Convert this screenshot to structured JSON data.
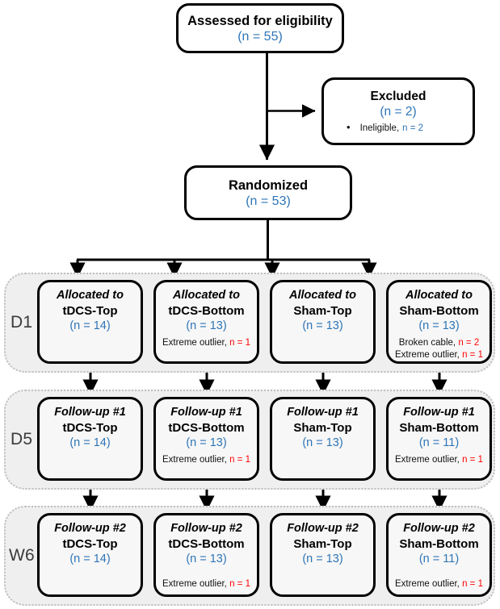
{
  "diagram": {
    "title_node": {
      "label": "Assessed for eligibility",
      "count": "(n = 55)"
    },
    "excluded_node": {
      "label": "Excluded",
      "count": "(n = 2)",
      "bullet": "•",
      "reason_text": "Ineligible,",
      "reason_n": "n = 2"
    },
    "randomized_node": {
      "label": "Randomized",
      "count": "(n = 53)"
    },
    "colors": {
      "count_blue": "#2E75B6",
      "loss_red": "#FF0000",
      "panel_fill": "#efefef",
      "panel_border": "#bfbfbf",
      "box_border": "#000000"
    },
    "stages": [
      {
        "stage_label": "D1",
        "nodes": [
          {
            "header": "Allocated to",
            "arm": "tDCS-Top",
            "count": "(n = 14)",
            "notes": []
          },
          {
            "header": "Allocated to",
            "arm": "tDCS-Bottom",
            "count": "(n = 13)",
            "notes": [
              {
                "text": "Extreme outlier,",
                "n": "n = 1"
              }
            ]
          },
          {
            "header": "Allocated to",
            "arm": "Sham-Top",
            "count": "(n = 13)",
            "notes": []
          },
          {
            "header": "Allocated to",
            "arm": "Sham-Bottom",
            "count": "(n = 13)",
            "notes": [
              {
                "text": "Broken cable,",
                "n": "n = 2"
              },
              {
                "text": "Extreme outlier,",
                "n": "n = 1"
              }
            ]
          }
        ]
      },
      {
        "stage_label": "D5",
        "nodes": [
          {
            "header": "Follow-up #1",
            "arm": "tDCS-Top",
            "count": "(n = 14)",
            "notes": []
          },
          {
            "header": "Follow-up #1",
            "arm": "tDCS-Bottom",
            "count": "(n = 13)",
            "notes": [
              {
                "text": "Extreme outlier,",
                "n": "n = 1"
              }
            ]
          },
          {
            "header": "Follow-up #1",
            "arm": "Sham-Top",
            "count": "(n = 13)",
            "notes": []
          },
          {
            "header": "Follow-up #1",
            "arm": "Sham-Bottom",
            "count": "(n = 11)",
            "notes": [
              {
                "text": "Extreme outlier,",
                "n": "n = 1"
              }
            ]
          }
        ]
      },
      {
        "stage_label": "W6",
        "nodes": [
          {
            "header": "Follow-up #2",
            "arm": "tDCS-Top",
            "count": "(n = 14)",
            "notes": []
          },
          {
            "header": "Follow-up #2",
            "arm": "tDCS-Bottom",
            "count": "(n = 13)",
            "notes": [
              {
                "text": "Extreme outlier,",
                "n": "n = 1"
              }
            ]
          },
          {
            "header": "Follow-up #2",
            "arm": "Sham-Top",
            "count": "(n = 13)",
            "notes": []
          },
          {
            "header": "Follow-up #2",
            "arm": "Sham-Bottom",
            "count": "(n = 11)",
            "notes": [
              {
                "text": "Extreme outlier,",
                "n": "n = 1"
              }
            ]
          }
        ]
      }
    ]
  }
}
